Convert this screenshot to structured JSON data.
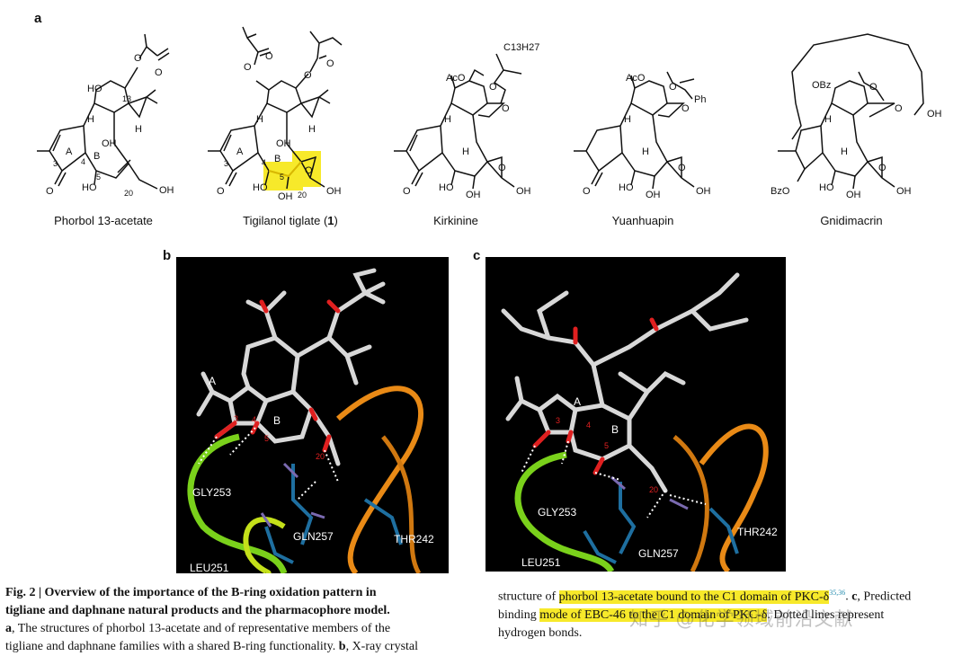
{
  "panels": {
    "a": "a",
    "b": "b",
    "c": "c"
  },
  "structures": [
    {
      "name": "Phorbol 13-acetate",
      "labels": [
        "HO",
        "13",
        "O",
        "O",
        "H",
        "H",
        "A",
        "B",
        "OH",
        "3",
        "4",
        "5",
        "20",
        "O",
        "HO",
        "OH"
      ]
    },
    {
      "name": "Tigilanol tiglate",
      "name_num": "1",
      "labels": [
        "O",
        "O",
        "O",
        "O",
        "H",
        "H",
        "A",
        "B",
        "OH",
        "3",
        "4",
        "5",
        "20",
        "O",
        "HO",
        "OH",
        "O",
        "OH"
      ]
    },
    {
      "name": "Kirkinine",
      "labels": [
        "AcO",
        "C13H27",
        "O",
        "O",
        "H",
        "H",
        "O",
        "HO",
        "OH",
        "OH",
        "O"
      ]
    },
    {
      "name": "Yuanhuapin",
      "labels": [
        "AcO",
        "Ph",
        "O",
        "O",
        "H",
        "H",
        "O",
        "HO",
        "OH",
        "OH",
        "O"
      ]
    },
    {
      "name": "Gnidimacrin",
      "labels": [
        "OBz",
        "OH",
        "O",
        "O",
        "H",
        "H",
        "BzO",
        "HO",
        "OH",
        "OH",
        "O"
      ]
    }
  ],
  "panel_b": {
    "labels": {
      "ring_a": "A",
      "ring_b": "B",
      "n3": "3",
      "n4": "4",
      "n5": "5",
      "n20": "20",
      "gly": "GLY253",
      "gln": "GLN257",
      "thr": "THR242",
      "leu": "LEU251"
    }
  },
  "panel_c": {
    "labels": {
      "ring_a": "A",
      "ring_b": "B",
      "n3": "3",
      "n4": "4",
      "n5": "5",
      "n20": "20",
      "gly": "GLY253",
      "gln": "GLN257",
      "thr": "THR242",
      "leu": "LEU251"
    }
  },
  "caption_left": {
    "fig_label": "Fig. 2 | Overview of the importance of the B-ring oxidation pattern in",
    "fig_label2": "tigliane and daphnane natural products and the pharmacophore model.",
    "line3_a": "a",
    "line3_b": ", The structures of phorbol 13-acetate and of representative members of the",
    "line4_a": "tigliane and daphnane families with a shared B-ring functionality. ",
    "line4_b": "b",
    "line4_c": ", X-ray crystal"
  },
  "caption_right": {
    "line1_a": "structure of ",
    "line1_hl": "phorbol 13-acetate bound to the C1 domain of PKC-δ",
    "line1_ref": "35,36",
    "line1_c": "c",
    "line1_d": ", Predicted",
    "line2_a": "binding ",
    "line2_hl": "mode of EBC-46 to the C1 domain of PKC-δ",
    "line2_b": ". Dotted lines represent",
    "line3": "hydrogen bonds."
  },
  "watermark": "知乎 @化学领域前沿文献",
  "colors": {
    "highlight": "#f7e92a",
    "number_red": "#e02020",
    "ribbon_green": "#7ad11b",
    "ribbon_orange": "#e98a16"
  }
}
